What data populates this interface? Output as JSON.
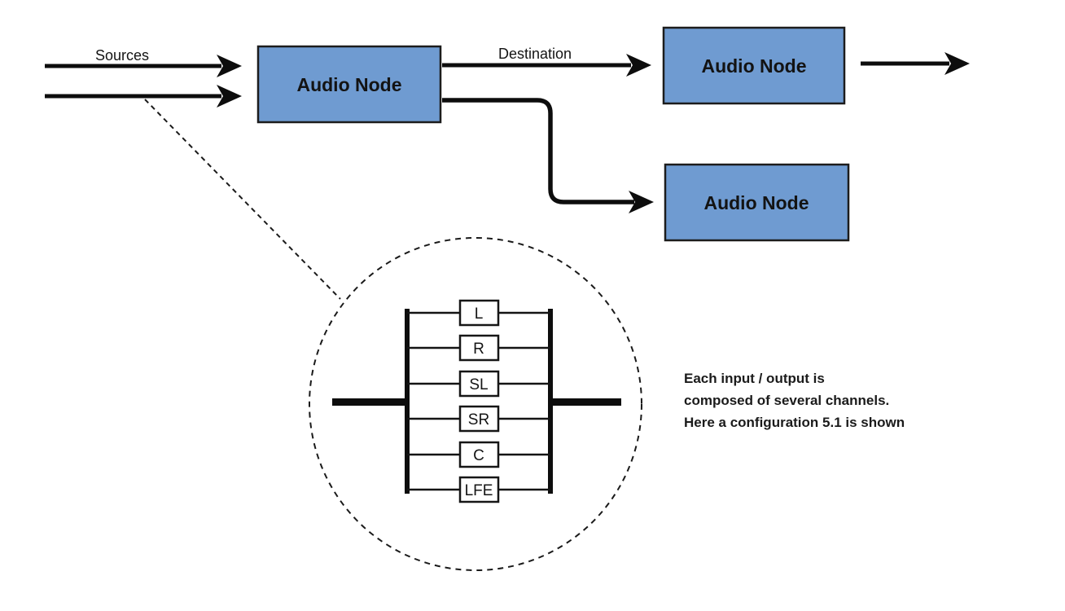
{
  "labels": {
    "sources": "Sources",
    "destination": "Destination"
  },
  "nodes": [
    {
      "label": "Audio Node"
    },
    {
      "label": "Audio Node"
    },
    {
      "label": "Audio Node"
    }
  ],
  "channels": [
    "L",
    "R",
    "SL",
    "SR",
    "C",
    "LFE"
  ],
  "note": {
    "lines": [
      "Each input / output is",
      "composed of several channels.",
      "Here a configuration 5.1 is shown"
    ]
  },
  "colors": {
    "node_fill": "#6f9bd1",
    "node_border": "#1c1c1c",
    "line": "#0d0d0d",
    "background": "#ffffff"
  }
}
